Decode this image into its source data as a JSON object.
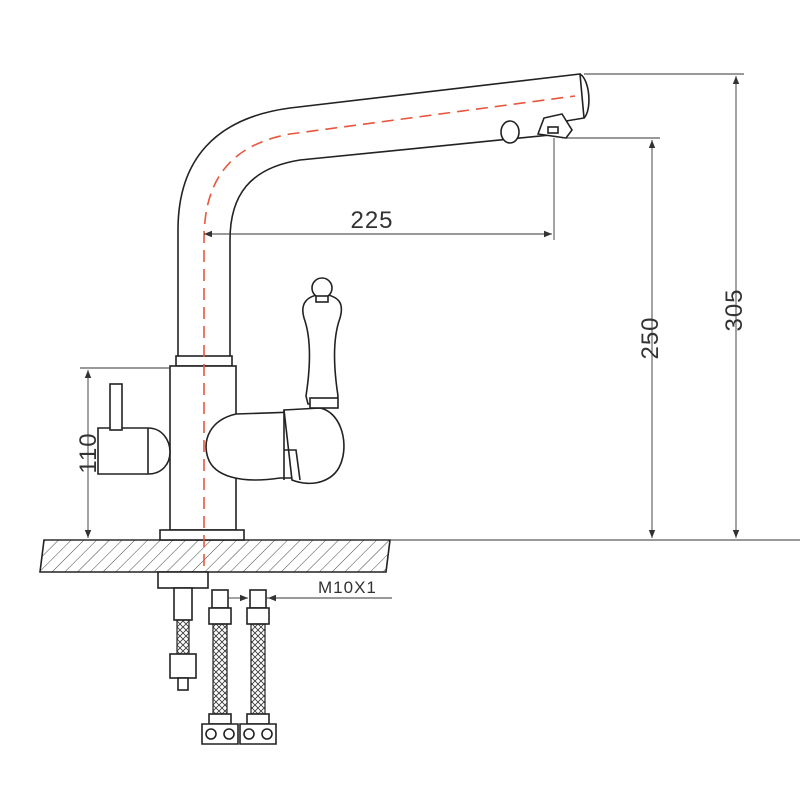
{
  "dimensions": {
    "reach": "225",
    "spout_height": "250",
    "total_height": "305",
    "lever_height": "110",
    "thread": "M10X1"
  },
  "colors": {
    "outline": "#222222",
    "centerline": "#e8563f",
    "background": "#ffffff"
  }
}
